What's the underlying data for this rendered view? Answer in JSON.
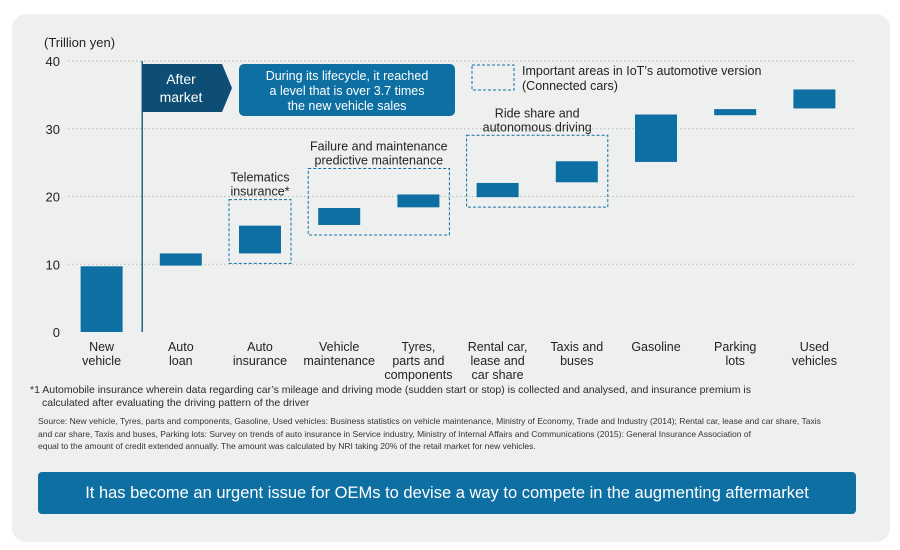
{
  "colors": {
    "bar": "#0e6fa3",
    "dark_label": "#0e4e74",
    "grid": "#b9b9b9",
    "text": "#222222",
    "banner": "#0e6fa3"
  },
  "chart_data": {
    "type": "bar",
    "subtype": "waterfall",
    "ylabel": "(Trillion yen)",
    "ylim": [
      0,
      40
    ],
    "yticks": [
      0,
      10,
      20,
      30,
      40
    ],
    "grid": true,
    "categories": [
      [
        "New",
        "vehicle"
      ],
      [
        "Auto",
        "loan"
      ],
      [
        "Auto",
        "insurance"
      ],
      [
        "Vehicle",
        "maintenance"
      ],
      [
        "Tyres,",
        "parts and",
        "components"
      ],
      [
        "Rental car,",
        "lease and",
        "car share"
      ],
      [
        "Taxis and",
        "buses"
      ],
      [
        "Gasoline"
      ],
      [
        "Parking",
        "lots"
      ],
      [
        "Used",
        "vehicles"
      ]
    ],
    "bars": [
      {
        "start": 0,
        "end": 9.7
      },
      {
        "start": 9.8,
        "end": 11.6
      },
      {
        "start": 11.6,
        "end": 15.7
      },
      {
        "start": 15.8,
        "end": 18.3
      },
      {
        "start": 18.4,
        "end": 20.3
      },
      {
        "start": 19.9,
        "end": 22.0
      },
      {
        "start": 22.1,
        "end": 25.2
      },
      {
        "start": 25.1,
        "end": 32.1
      },
      {
        "start": 32.0,
        "end": 32.9
      },
      {
        "start": 33.0,
        "end": 35.8
      }
    ]
  },
  "aftermarket_label": [
    "After",
    "market"
  ],
  "callout_text": [
    "During its lifecycle, it reached",
    "a level that is over 3.7 times",
    "the new vehicle sales"
  ],
  "legend_text": [
    "Important areas in IoT’s automotive version",
    "(Connected cars)"
  ],
  "groups": [
    {
      "label": [
        "Telematics",
        "insurance*"
      ],
      "bars": [
        2,
        2
      ]
    },
    {
      "label": [
        "Failure and maintenance",
        "predictive maintenance"
      ],
      "bars": [
        3,
        4
      ]
    },
    {
      "label": [
        "Ride share and",
        "autonomous driving"
      ],
      "bars": [
        5,
        6
      ]
    }
  ],
  "footnote": {
    "line1": "*1 Automobile insurance wherein data regarding car’s mileage and driving mode (sudden start or stop) is collected and analysed, and insurance premium is",
    "line2": "calculated after evaluating the driving pattern of the driver"
  },
  "source": {
    "line1": "Source: New vehicle, Tyres, parts and components, Gasoline, Used vehicles: Business statistics on vehicle maintenance, Ministry of Economy, Trade and Industry (2014); Rental car, lease and car share, Taxis",
    "line2": "and car share, Taxis and buses, Parking lots: Survey on trends of auto insurance in Service industry, Ministry of Internal Affairs and Communications (2015): General Insurance Association of",
    "line3": "equal to the amount of credit extended annually. The amount was calculated by NRI taking 20% of the retail market for new vehicles."
  },
  "banner_text": "It has become an urgent issue for OEMs to devise a way to compete in the augmenting aftermarket"
}
